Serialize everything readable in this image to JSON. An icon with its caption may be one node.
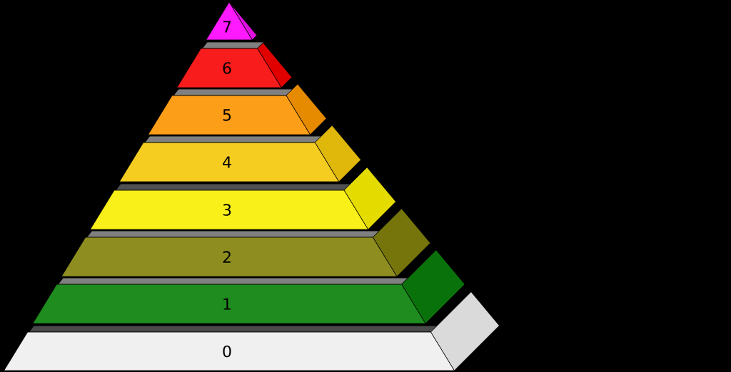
{
  "diagram": {
    "nodes": [
      {
        "text": [
          "7"
        ]
      },
      {
        "text": [
          "6"
        ]
      },
      {
        "text": [
          "5"
        ]
      },
      {
        "text": [
          "4"
        ]
      },
      {
        "text": [
          "3"
        ]
      },
      {
        "text": [
          "2"
        ]
      },
      {
        "text": [
          "1"
        ]
      },
      {
        "text": [
          "0"
        ]
      }
    ]
  }
}
